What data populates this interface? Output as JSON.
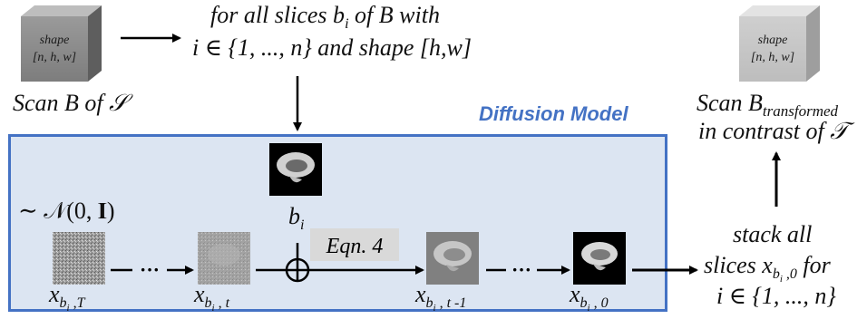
{
  "source_cube": {
    "label_line1": "shape",
    "label_line2": "[n, h, w]"
  },
  "target_cube": {
    "label_line1": "shape",
    "label_line2": "[n, h, w]"
  },
  "scan_source": {
    "text": "Scan B of",
    "symbol": "𝒮"
  },
  "slices_text": {
    "line1_pre": "for all slices b",
    "line1_sub": "i",
    "line1_post": " of B with",
    "line2_pre": "i ∈ {1, ..., n} and shape [h,w]"
  },
  "diffusion_model": {
    "title": "Diffusion Model"
  },
  "noise_prior": {
    "text": "∼ 𝒩(0, 𝐈)"
  },
  "condition": {
    "var": "b",
    "sub": "i"
  },
  "eqn_label": "Eqn. 4",
  "dots": "···",
  "vars": {
    "xT": {
      "base": "x",
      "sub_b": "b",
      "sub_i": "i",
      "suffix": " ,T"
    },
    "xt": {
      "base": "x",
      "sub_b": "b",
      "sub_i": "i",
      "suffix": " , t"
    },
    "xt1": {
      "base": "x",
      "sub_b": "b",
      "sub_i": "i",
      "suffix": " , t -1"
    },
    "x0": {
      "base": "x",
      "sub_b": "b",
      "sub_i": "i",
      "suffix": " , 0"
    }
  },
  "scan_transformed": {
    "line1_pre": "Scan B",
    "line1_sub": "transformed",
    "line2_pre": "in contrast of",
    "line2_symbol": "𝒯"
  },
  "stack_text": {
    "line1": "stack all",
    "line2_pre": "slices x",
    "line2_sub_b": "b",
    "line2_sub_i": "i",
    "line2_sub_rest": " ,0",
    "line2_post": " for",
    "line3": "i ∈ {1, ..., n}"
  },
  "colors": {
    "box_fill": "#dce5f2",
    "box_border": "#4472c4",
    "title": "#4472c4",
    "eqn_fill": "#d9d9d9"
  }
}
